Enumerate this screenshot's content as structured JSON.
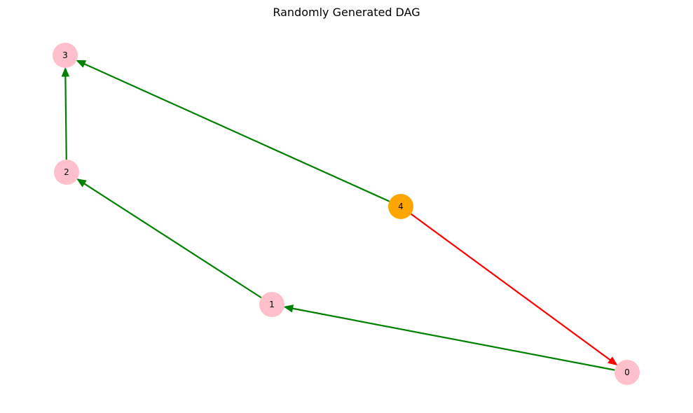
{
  "title": "Randomly Generated DAG",
  "colors": {
    "default_node": "#ffc0cb",
    "highlight_node": "#ffa500",
    "default_edge": "#008000",
    "highlight_edge": "#ff0000"
  },
  "nodes": [
    {
      "id": "0",
      "label": "0",
      "role": "default"
    },
    {
      "id": "1",
      "label": "1",
      "role": "default"
    },
    {
      "id": "2",
      "label": "2",
      "role": "default"
    },
    {
      "id": "3",
      "label": "3",
      "role": "default"
    },
    {
      "id": "4",
      "label": "4",
      "role": "highlight"
    }
  ],
  "edges": [
    {
      "from": "0",
      "to": "1",
      "role": "default"
    },
    {
      "from": "1",
      "to": "2",
      "role": "default"
    },
    {
      "from": "2",
      "to": "3",
      "role": "default"
    },
    {
      "from": "4",
      "to": "3",
      "role": "default"
    },
    {
      "from": "4",
      "to": "0",
      "role": "highlight"
    }
  ]
}
